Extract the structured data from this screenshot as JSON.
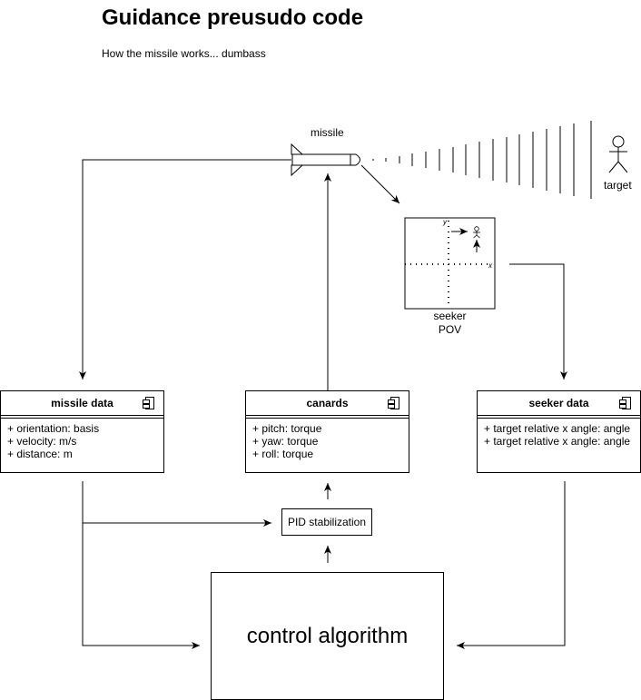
{
  "header": {
    "title": "Guidance preusudo code",
    "subtitle": "How the missile works... dumbass"
  },
  "labels": {
    "missile": "missile",
    "target": "target",
    "seeker_pov_line1": "seeker",
    "seeker_pov_line2": "POV",
    "seeker_axis_x": "x",
    "seeker_axis_y": "y"
  },
  "classes": {
    "missile_data": {
      "title": "missile data",
      "fields": [
        "+ orientation: basis",
        "+ velocity: m/s",
        "+ distance: m"
      ]
    },
    "canards": {
      "title": "canards",
      "fields": [
        "+ pitch: torque",
        "+ yaw: torque",
        "+ roll: torque"
      ]
    },
    "seeker_data": {
      "title": "seeker data",
      "fields": [
        "+ target relative x angle: angle",
        "+ target relative x angle: angle"
      ]
    }
  },
  "processes": {
    "pid": "PID stabilization",
    "control": "control algorithm"
  }
}
